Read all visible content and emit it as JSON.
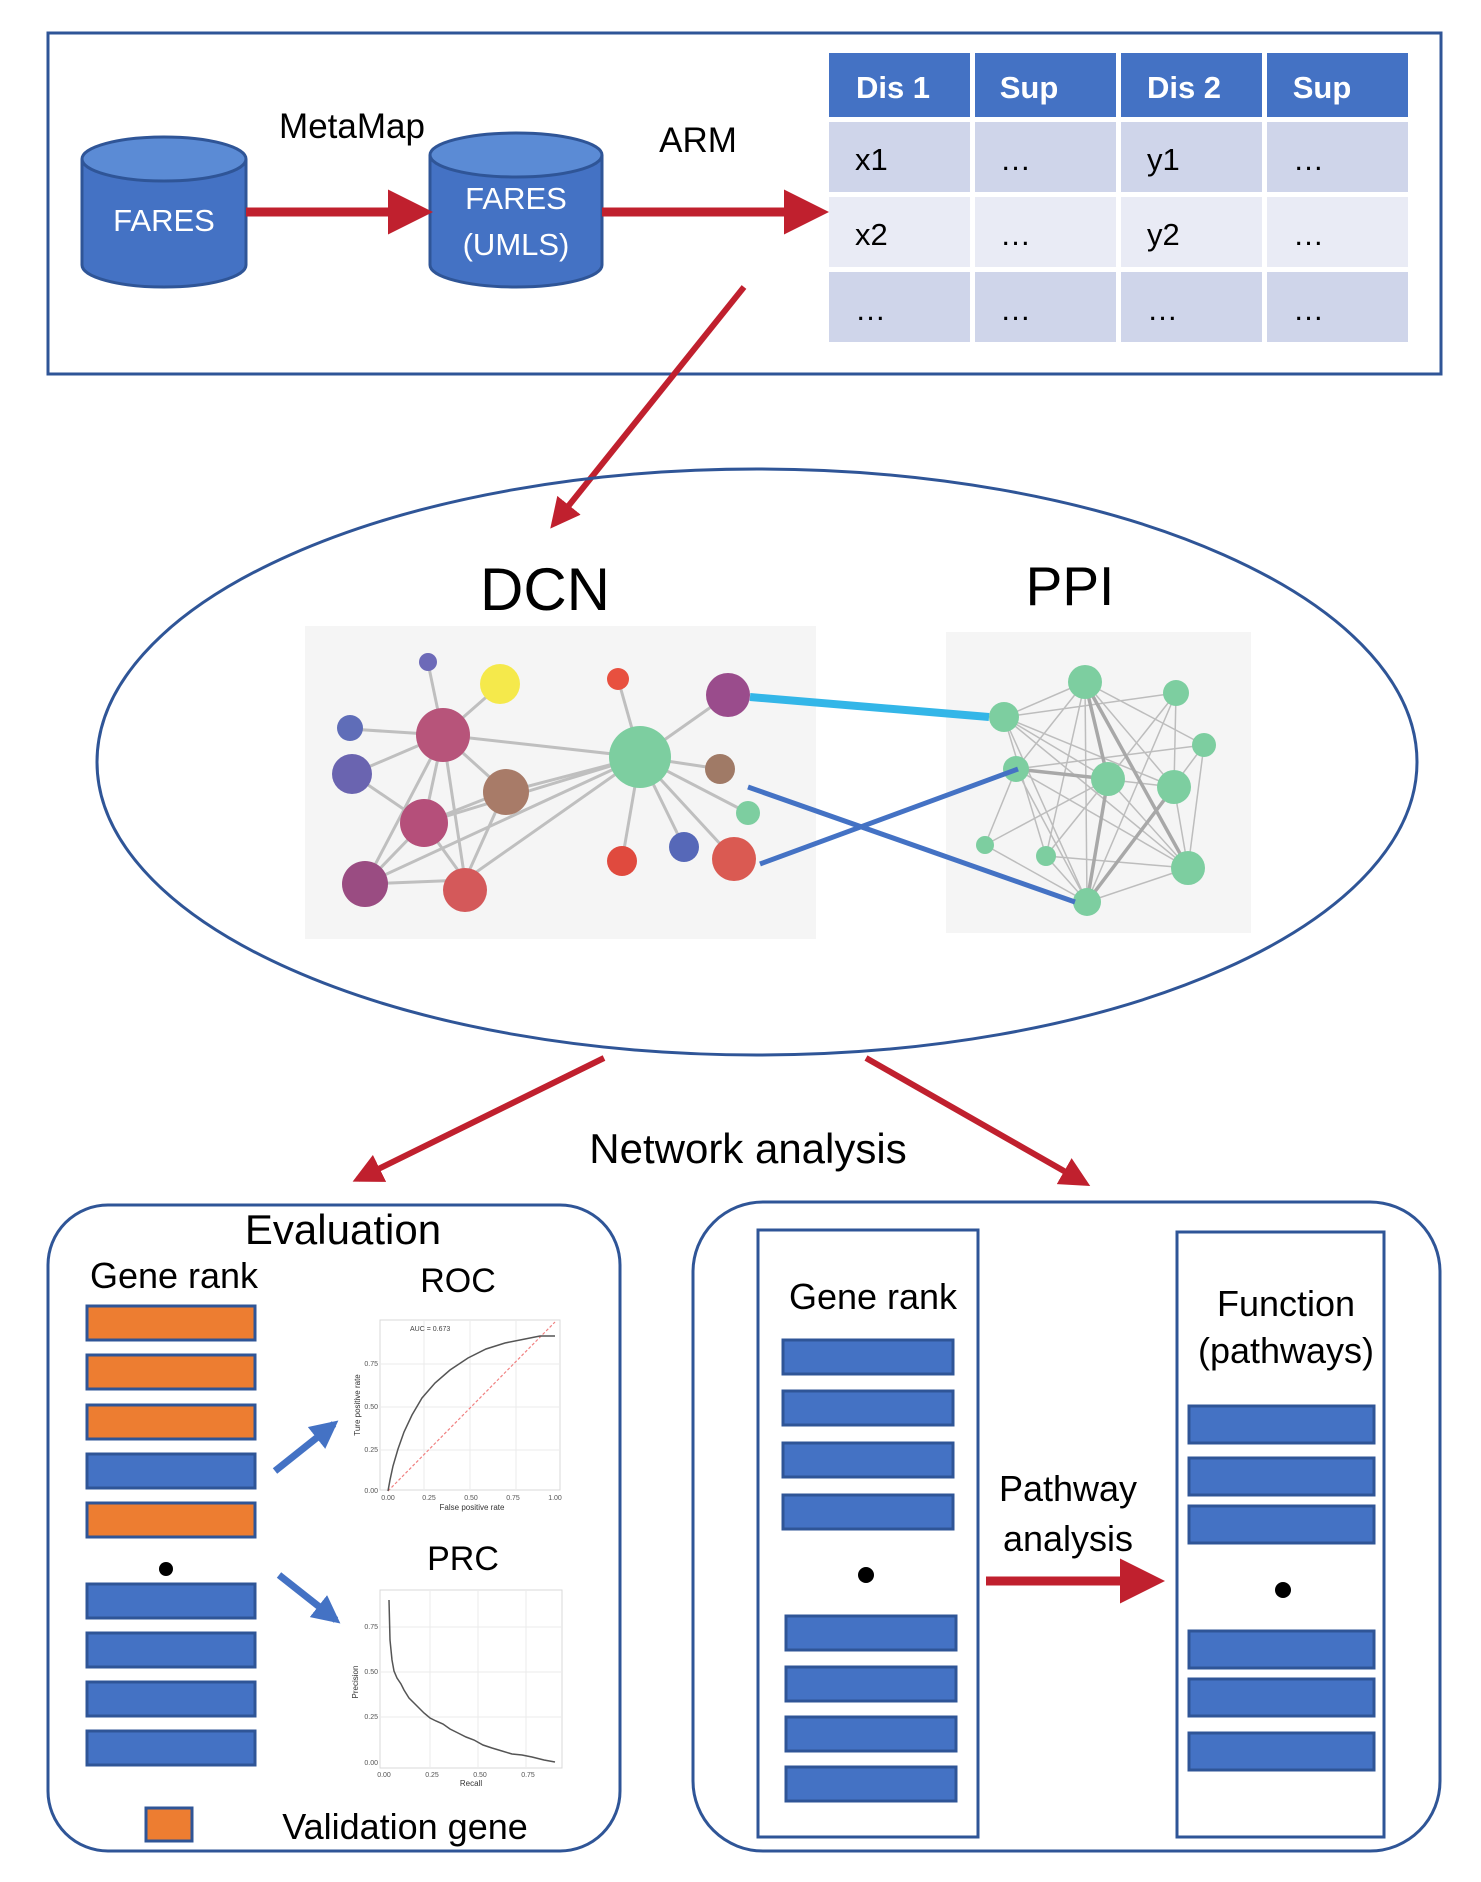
{
  "pipeline": {
    "db_source": "FARES",
    "db_mapped_line1": "FARES",
    "db_mapped_line2": "(UMLS)",
    "step1_label": "MetaMap",
    "step2_label": "ARM"
  },
  "arm_table": {
    "headers": [
      "Dis 1",
      "Sup",
      "Dis 2",
      "Sup"
    ],
    "rows": [
      [
        "x1",
        "…",
        "y1",
        "…"
      ],
      [
        "x2",
        "…",
        "y2",
        "…"
      ],
      [
        "…",
        "…",
        "…",
        "…"
      ]
    ]
  },
  "networks": {
    "dcn_title": "DCN",
    "ppi_title": "PPI"
  },
  "network_analysis_label": "Network analysis",
  "evaluation": {
    "title": "Evaluation",
    "gene_rank_label": "Gene rank",
    "roc": {
      "title": "ROC",
      "auc_text": "AUC = 0.673",
      "xlabel": "False positive rate",
      "ylabel": "Ture positive rate",
      "xticks": [
        "0.00",
        "0.25",
        "0.50",
        "0.75",
        "1.00"
      ],
      "yticks": [
        "0.00",
        "0.25",
        "0.50",
        "0.75"
      ]
    },
    "prc": {
      "title": "PRC",
      "xlabel": "Recall",
      "ylabel": "Precision",
      "xticks": [
        "0.00",
        "0.25",
        "0.50",
        "0.75"
      ],
      "yticks": [
        "0.00",
        "0.25",
        "0.50",
        "0.75"
      ]
    },
    "legend_label": "Validation gene"
  },
  "pathway": {
    "gene_rank_label": "Gene rank",
    "function_line1": "Function",
    "function_line2": "(pathways)",
    "step_line1": "Pathway",
    "step_line2": "analysis"
  },
  "colors": {
    "box_blue": "#4472C4",
    "frame_blue": "#2F5597",
    "arrow_red": "#C0202E",
    "validation_orange": "#ED7D31",
    "table_header": "#4472C4",
    "table_row_dark": "#CFD5EA",
    "table_row_light": "#E9EBF5"
  }
}
